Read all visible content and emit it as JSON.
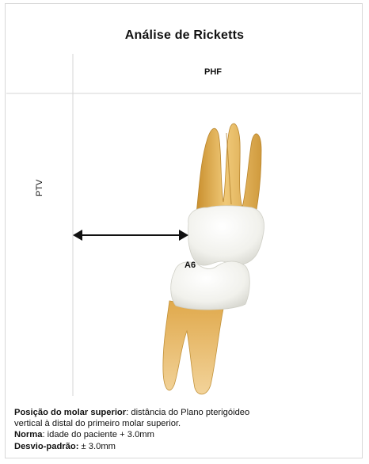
{
  "title": "Análise de Ricketts",
  "labels": {
    "phf": "PHF",
    "ptv": "PTV",
    "a6": "A6"
  },
  "caption": {
    "line1_bold": "Posição do molar superior",
    "line1_rest": ": distância do Plano pterigóideo",
    "line2": "vertical à distal do primeiro molar superior.",
    "norma_label": "Norma",
    "norma_value": ": idade do paciente + 3.0mm",
    "desvio_label": "Desvio-padrão:",
    "desvio_value": " ± 3.0mm"
  },
  "colors": {
    "root": "#e3b25c",
    "crown": "#f4f4f0",
    "line": "#d6d6d6",
    "arrow": "#111111"
  }
}
